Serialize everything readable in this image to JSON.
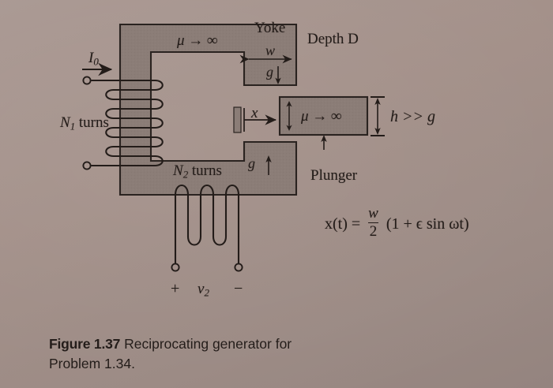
{
  "figure": {
    "number": "Figure 1.37",
    "caption_line1": "Reciprocating generator for",
    "caption_line2": "Problem 1.34."
  },
  "colors": {
    "paper": "#a3928c",
    "core_fill": "#8b7d77",
    "ink": "#231c19",
    "plunger_fill": "#8b7d77"
  },
  "diagram": {
    "title": "Reciprocating generator magnetic circuit",
    "labels": {
      "yoke": "Yoke",
      "depth": "Depth D",
      "mu_core": "μ → ∞",
      "mu_plunger": "μ → ∞",
      "current": "I",
      "current_sub": "0",
      "n1_turns": "N",
      "n1_sub": "1",
      "n1_word": "turns",
      "n2_turns": "N",
      "n2_sub": "2",
      "n2_word": "turns",
      "gap_w": "w",
      "gap_g_top": "g",
      "gap_g_bottom": "g",
      "plunger": "Plunger",
      "h_condition": "h >> g",
      "x_dim": "x",
      "plus": "+",
      "minus": "−",
      "v2": "v",
      "v2_sub": "2"
    },
    "equation": {
      "lhs": "x(t) =",
      "numerator": "w",
      "denominator": "2",
      "rhs": "(1 + ϵ sin ωt)"
    },
    "icons": {
      "current_arrow": "right-arrow-icon",
      "x_arrow": "right-arrow-icon",
      "w_arrow": "horizontal-double-arrow-icon",
      "g_top_arrow": "down-arrow-icon",
      "g_bottom_arrow": "up-arrow-icon",
      "h_arrow": "vertical-double-arrow-icon",
      "plunger_arrow": "up-arrow-icon",
      "plunger_gap_arrow": "vertical-double-arrow-icon",
      "terminal": "circle-terminal-icon"
    }
  }
}
